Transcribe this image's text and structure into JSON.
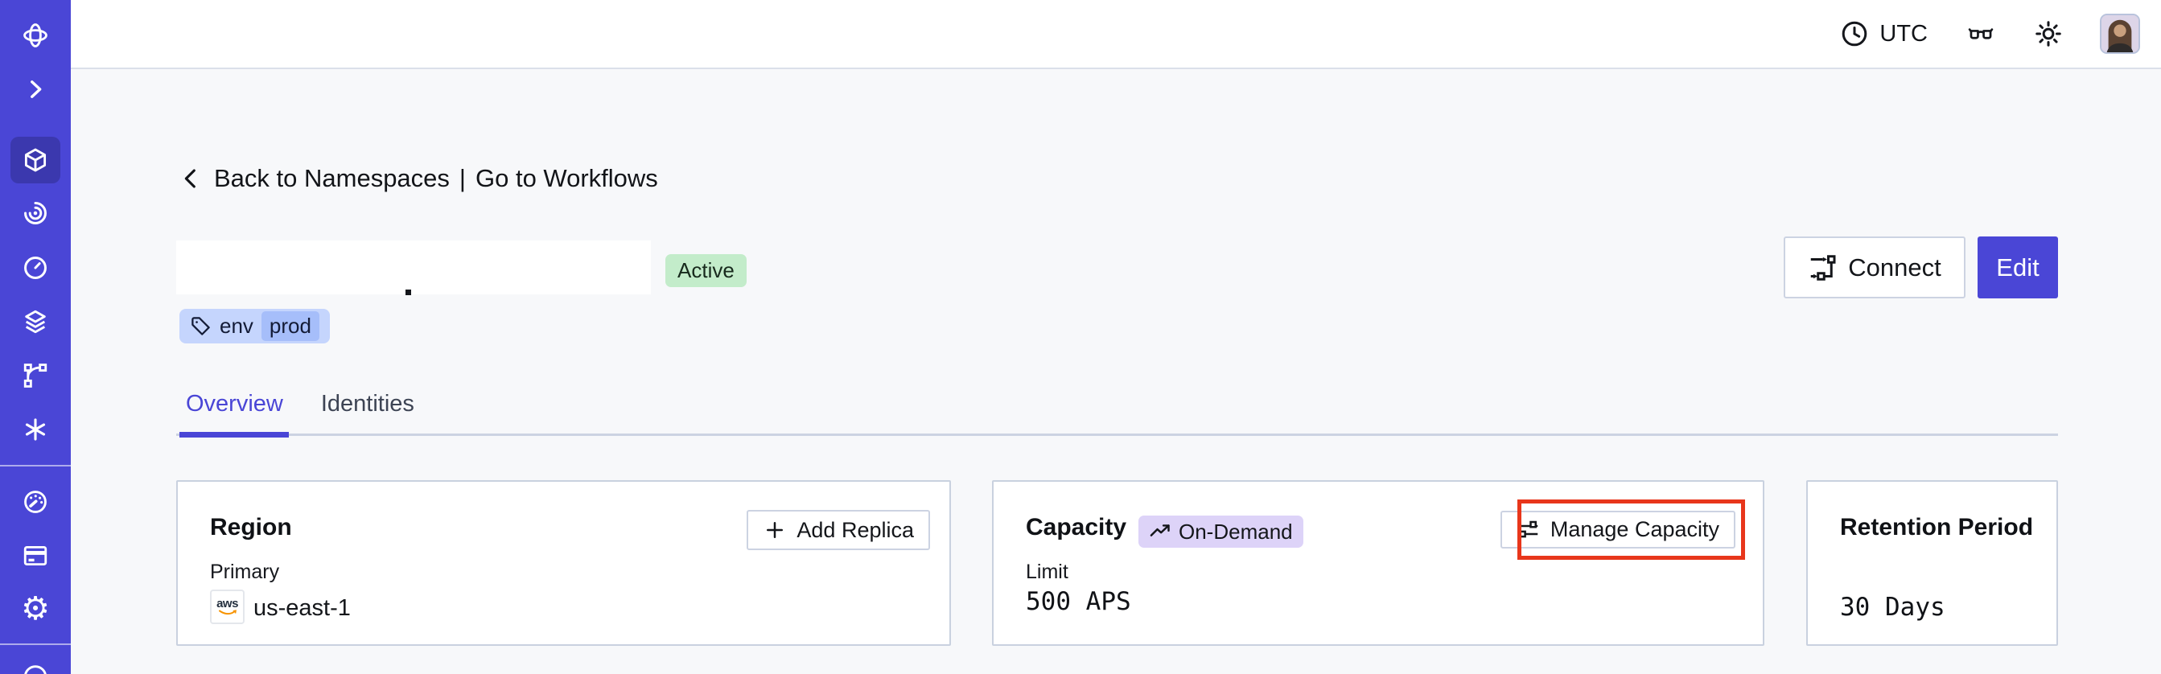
{
  "topbar": {
    "timezone_label": "UTC",
    "icons": [
      "clock-icon",
      "glasses-icon",
      "sun-icon",
      "avatar"
    ]
  },
  "sidebar": {
    "items": [
      {
        "icon": "temporal-logo",
        "active": false
      },
      {
        "icon": "chevron-right-expand",
        "active": false
      },
      {
        "icon": "namespaces-cube",
        "active": true
      },
      {
        "icon": "workflows-spiral",
        "active": false
      },
      {
        "icon": "schedules-timer",
        "active": false
      },
      {
        "icon": "batch-layers",
        "active": false
      },
      {
        "icon": "deployments-branch",
        "active": false
      },
      {
        "icon": "nexus-asterisk",
        "active": false
      },
      {
        "icon": "usage-gauge",
        "active": false
      },
      {
        "icon": "billing-card",
        "active": false
      },
      {
        "icon": "settings-gear",
        "active": false
      },
      {
        "icon": "partial-circle",
        "active": false
      }
    ]
  },
  "breadcrumb": {
    "back": "Back to Namespaces",
    "separator": "|",
    "forward": "Go to Workflows"
  },
  "namespace": {
    "title_redacted": true,
    "status_badge": "Active",
    "tag": {
      "key": "env",
      "value": "prod"
    }
  },
  "header_actions": {
    "connect": "Connect",
    "edit": "Edit"
  },
  "tabs": [
    {
      "label": "Overview",
      "active": true
    },
    {
      "label": "Identities",
      "active": false
    }
  ],
  "cards": {
    "region": {
      "title": "Region",
      "add_replica_button": "Add Replica",
      "primary_label": "Primary",
      "provider": "aws",
      "value": "us-east-1"
    },
    "capacity": {
      "title": "Capacity",
      "badge": "On-Demand",
      "manage_button": "Manage Capacity",
      "limit_label": "Limit",
      "value": "500 APS",
      "annotated_with_red_box": true
    },
    "retention": {
      "title": "Retention Period",
      "value": "30 Days"
    }
  },
  "colors": {
    "accent_indigo": "#4a46d6",
    "sidebar_active": "#3b38ae",
    "annotation_red": "#e8361b",
    "active_badge_bg": "#c3ecca",
    "tag_bg": "#c5d5fd",
    "tag_chip_bg": "#a6befa",
    "ondemand_badge_bg": "#ddd3f8",
    "card_border": "#c9d1df",
    "content_bg": "#f7f8fa"
  }
}
